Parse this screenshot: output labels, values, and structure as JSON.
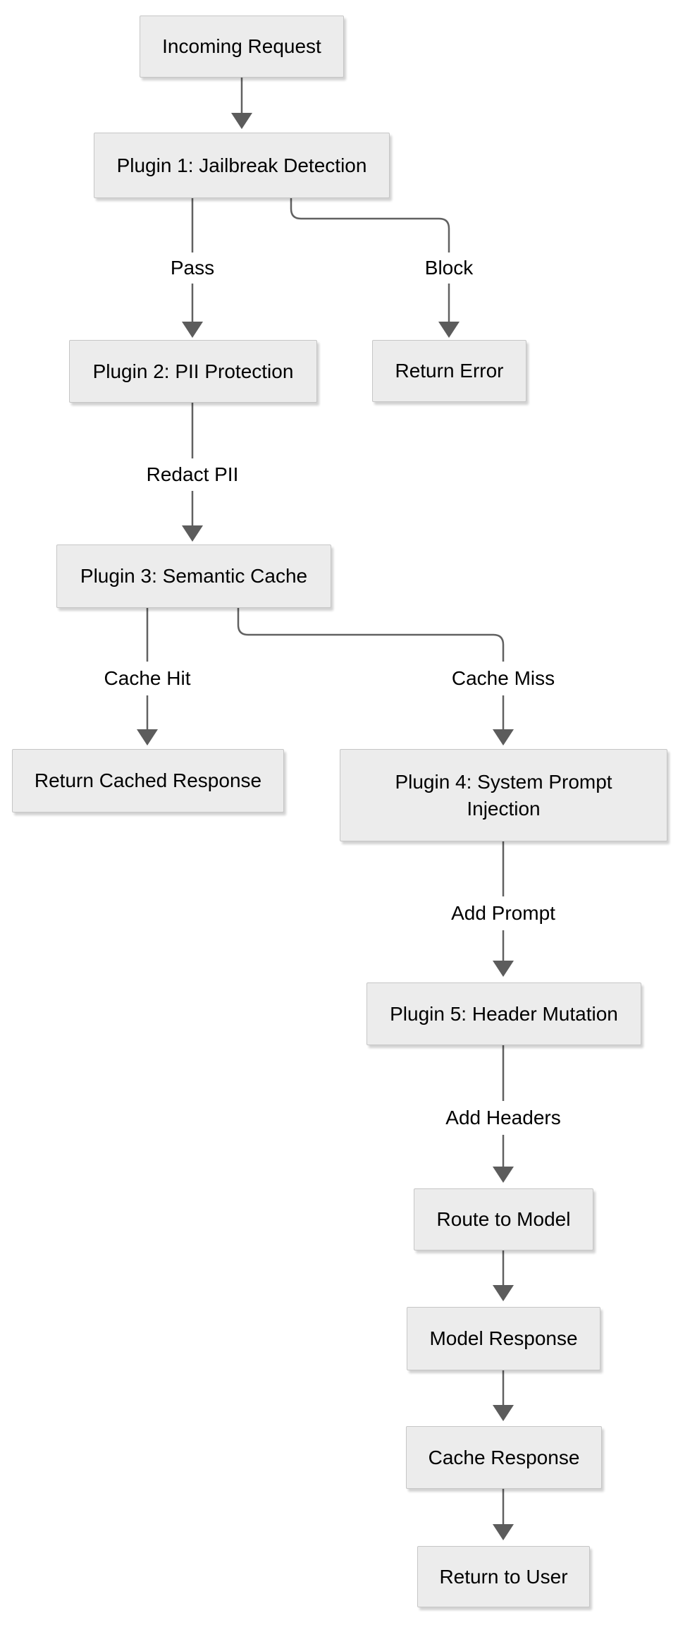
{
  "diagram": {
    "type": "flowchart",
    "direction": "top-down",
    "nodes": [
      {
        "id": "incoming_request",
        "label": "Incoming Request"
      },
      {
        "id": "plugin1",
        "label": "Plugin 1: Jailbreak Detection"
      },
      {
        "id": "plugin2",
        "label": "Plugin 2: PII Protection"
      },
      {
        "id": "return_error",
        "label": "Return Error"
      },
      {
        "id": "plugin3",
        "label": "Plugin 3: Semantic Cache"
      },
      {
        "id": "return_cached_response",
        "label": "Return Cached Response"
      },
      {
        "id": "plugin4",
        "label": "Plugin 4: System Prompt Injection"
      },
      {
        "id": "plugin5",
        "label": "Plugin 5: Header Mutation"
      },
      {
        "id": "route_to_model",
        "label": "Route to Model"
      },
      {
        "id": "model_response",
        "label": "Model Response"
      },
      {
        "id": "cache_response",
        "label": "Cache Response"
      },
      {
        "id": "return_to_user",
        "label": "Return to User"
      }
    ],
    "edges": [
      {
        "from": "incoming_request",
        "to": "plugin1",
        "label": ""
      },
      {
        "from": "plugin1",
        "to": "plugin2",
        "label": "Pass"
      },
      {
        "from": "plugin1",
        "to": "return_error",
        "label": "Block"
      },
      {
        "from": "plugin2",
        "to": "plugin3",
        "label": "Redact PII"
      },
      {
        "from": "plugin3",
        "to": "return_cached_response",
        "label": "Cache Hit"
      },
      {
        "from": "plugin3",
        "to": "plugin4",
        "label": "Cache Miss"
      },
      {
        "from": "plugin4",
        "to": "plugin5",
        "label": "Add Prompt"
      },
      {
        "from": "plugin5",
        "to": "route_to_model",
        "label": "Add Headers"
      },
      {
        "from": "route_to_model",
        "to": "model_response",
        "label": ""
      },
      {
        "from": "model_response",
        "to": "cache_response",
        "label": ""
      },
      {
        "from": "cache_response",
        "to": "return_to_user",
        "label": ""
      }
    ],
    "colors": {
      "node_fill": "#ececec",
      "node_border": "#c6c6c6",
      "edge_line": "#616161",
      "arrowhead": "#5c5c5c",
      "text": "#000000",
      "background": "#ffffff"
    }
  }
}
